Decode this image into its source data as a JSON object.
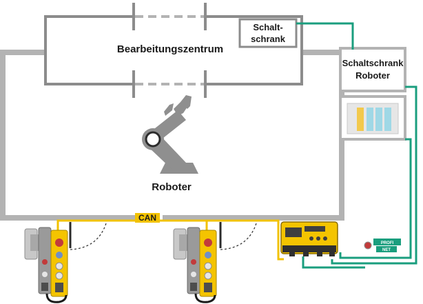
{
  "labels": {
    "machining_center": "Bearbeitungszentrum",
    "control_cabinet_line1": "Schalt-",
    "control_cabinet_line2": "schrank",
    "robot_cabinet_line1": "Schaltschrank",
    "robot_cabinet_line2": "Roboter",
    "robot": "Roboter",
    "can_bus": "CAN",
    "profinet_line1": "PROFI",
    "profinet_line2": "NET"
  },
  "colors": {
    "wall_gray": "#b3b3b3",
    "frame_gray": "#8c8c8c",
    "can_cable": "#f2c200",
    "profinet_cable": "#1a9e7e",
    "controller_yellow": "#f4c400",
    "robot_gray": "#8f8f8f",
    "plc_module_yellow": "#f2c94c",
    "plc_module_cyan": "#9fd8e6"
  },
  "icons": [
    "robot-arm-icon",
    "door-switch-icon",
    "pushbutton-station-icon",
    "safety-controller-icon",
    "plc-module-icon",
    "profinet-badge-icon"
  ]
}
